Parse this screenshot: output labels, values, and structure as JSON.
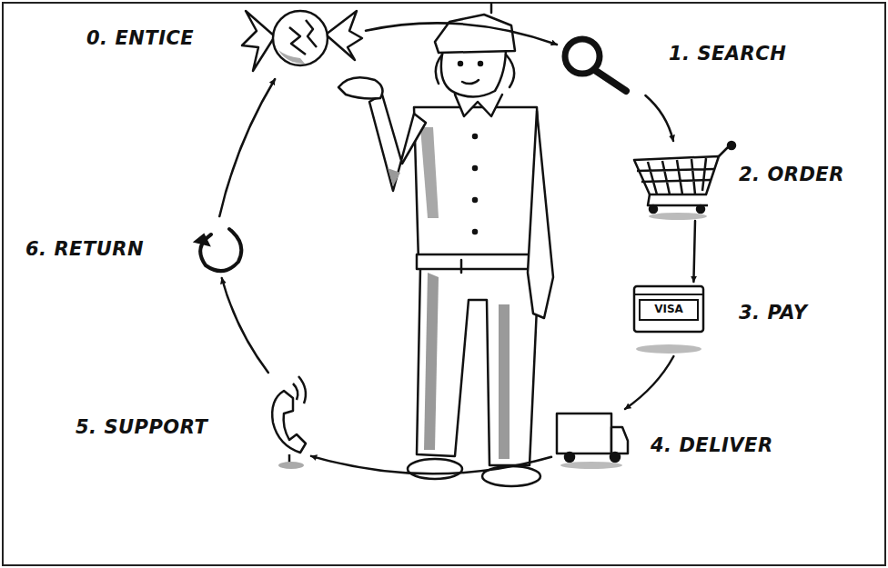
{
  "diagram": {
    "nodes": [
      {
        "text": [
          "0. ENTICE"
        ]
      },
      {
        "text": [
          "1. SEARCH"
        ]
      },
      {
        "text": [
          "2. ORDER"
        ]
      },
      {
        "text": [
          "3. PAY"
        ]
      },
      {
        "text": [
          "4. DELIVER"
        ]
      },
      {
        "text": [
          "5. SUPPORT"
        ]
      },
      {
        "text": [
          "6. RETURN"
        ]
      }
    ],
    "edges": [
      {
        "from": 0,
        "to": 1,
        "arrow": "to"
      },
      {
        "from": 1,
        "to": 2,
        "arrow": "to"
      },
      {
        "from": 2,
        "to": 3,
        "arrow": "to"
      },
      {
        "from": 3,
        "to": 4,
        "arrow": "to"
      },
      {
        "from": 4,
        "to": 5,
        "arrow": "to"
      },
      {
        "from": 5,
        "to": 6,
        "arrow": "to"
      },
      {
        "from": 6,
        "to": 0,
        "arrow": "to"
      }
    ],
    "labels": [
      "VISA"
    ]
  }
}
